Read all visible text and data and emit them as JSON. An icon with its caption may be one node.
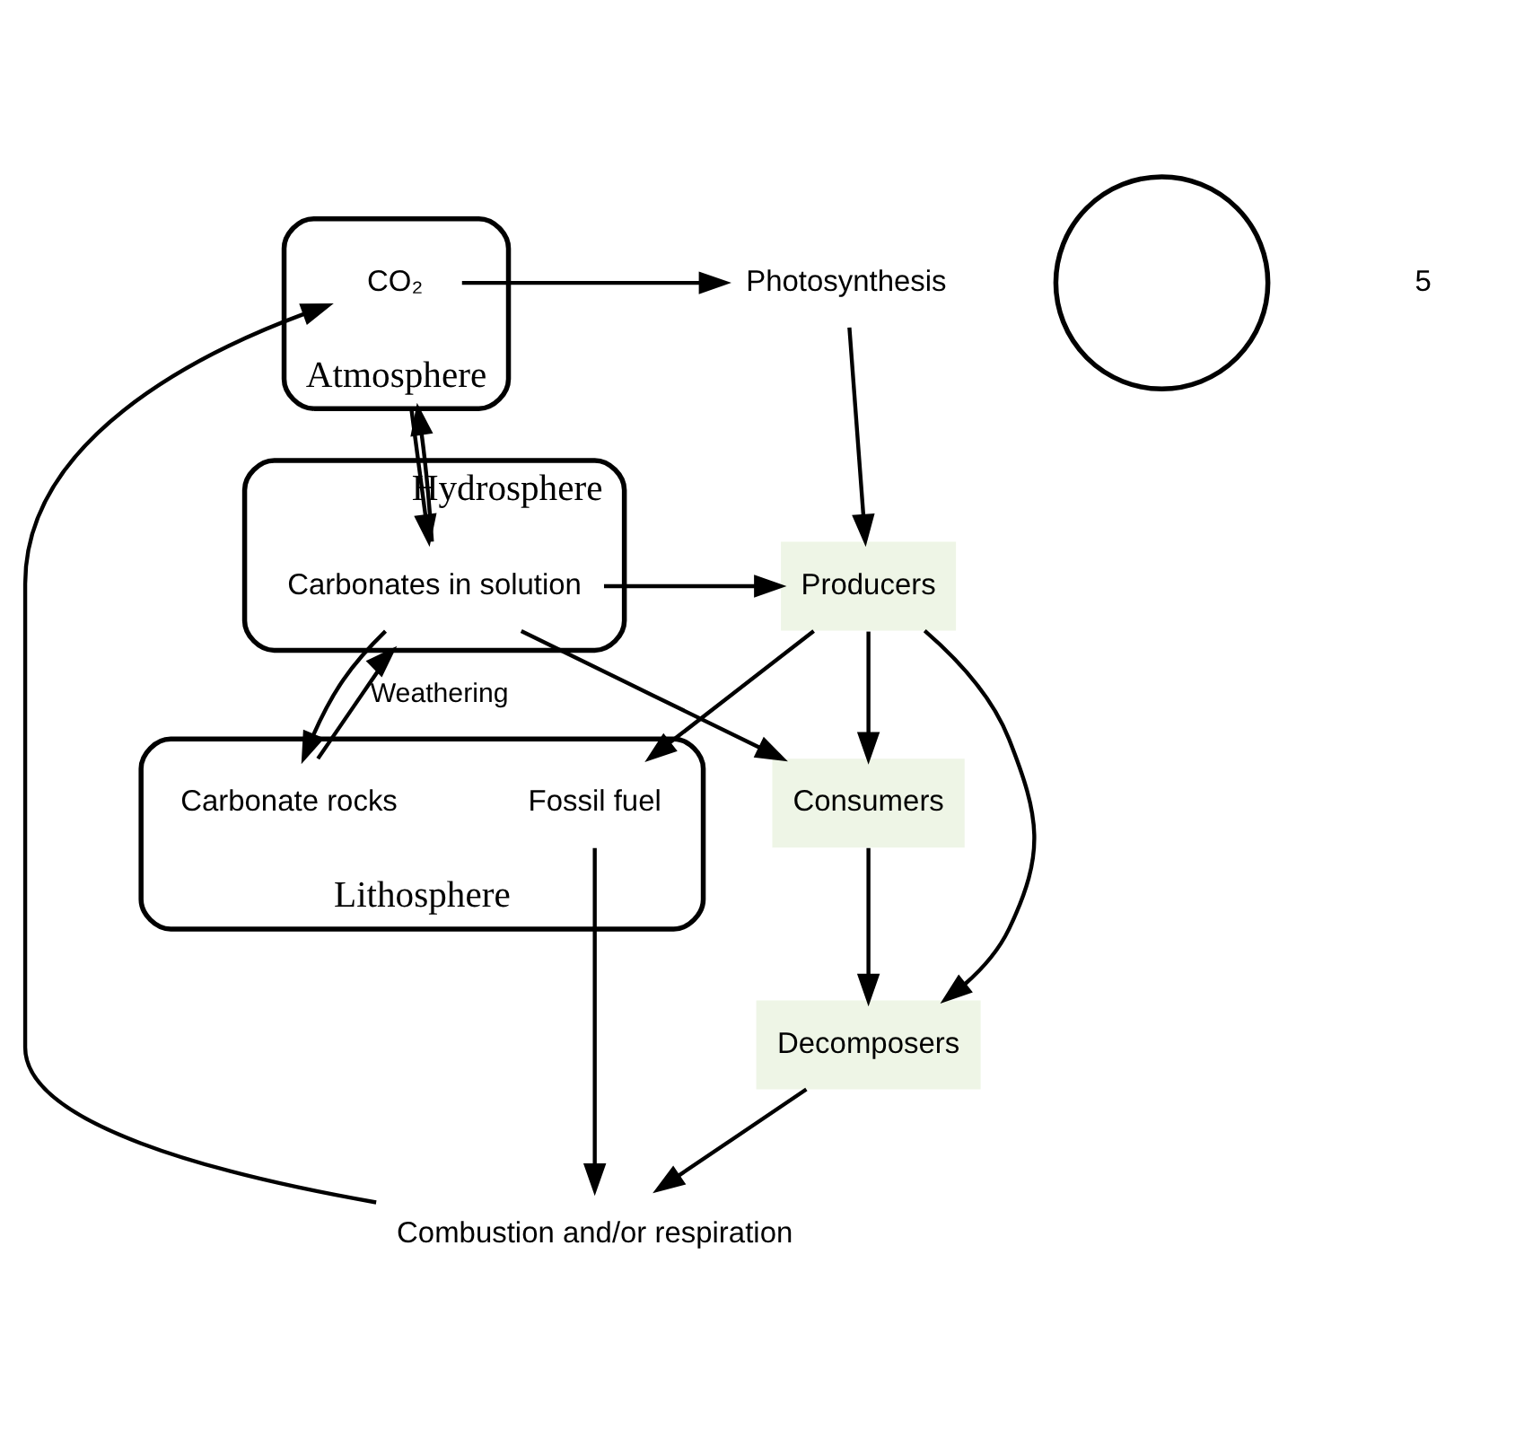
{
  "diagram": {
    "nodes": [
      {
        "text": [
          "Atmosphere"
        ]
      },
      {
        "text": [
          "Hydrosphere"
        ]
      },
      {
        "text": [
          "Lithosphere"
        ]
      },
      {
        "text": [],
        "shape": "circle"
      },
      {
        "text": [
          "CO₂"
        ],
        "in": 0
      },
      {
        "text": [
          "Photosynthesis"
        ]
      },
      {
        "text": [
          "Combustion and/or respiration"
        ]
      },
      {
        "text": [
          "Producers"
        ]
      },
      {
        "text": [
          "Consumers"
        ]
      },
      {
        "text": [
          "Decomposers"
        ]
      },
      {
        "text": [
          "Fossil fuel"
        ],
        "in": 2
      },
      {
        "text": [
          "Carbonates in solution"
        ],
        "in": 1
      },
      {
        "text": [
          "Carbonate rocks"
        ],
        "in": 2
      }
    ],
    "edges": [
      {
        "from": 4,
        "to": 5,
        "arrow": "to"
      },
      {
        "from": 6,
        "to": 4,
        "arrow": "to"
      },
      {
        "from": 5,
        "to": 7,
        "arrow": "to"
      },
      {
        "from": 7,
        "to": 8,
        "arrow": "to"
      },
      {
        "from": 8,
        "to": 9,
        "arrow": "to"
      },
      {
        "from": 7,
        "to": 9,
        "arrow": "to"
      },
      {
        "from": 9,
        "to": 6,
        "arrow": "to"
      },
      {
        "from": 7,
        "to": 10,
        "arrow": "to"
      },
      {
        "from": 10,
        "to": 6,
        "arrow": "to"
      },
      {
        "from": 11,
        "to": 7,
        "arrow": "to"
      },
      {
        "from": 11,
        "to": 8,
        "arrow": "to"
      },
      {
        "from": 0,
        "to": 11,
        "arrow": "to"
      },
      {
        "from": 11,
        "to": 0,
        "arrow": "to"
      },
      {
        "from": 11,
        "to": 12,
        "arrow": "to"
      },
      {
        "from": 12,
        "to": 1,
        "label": "Weathering",
        "arrow": "to"
      }
    ],
    "labels": [
      "5"
    ]
  }
}
